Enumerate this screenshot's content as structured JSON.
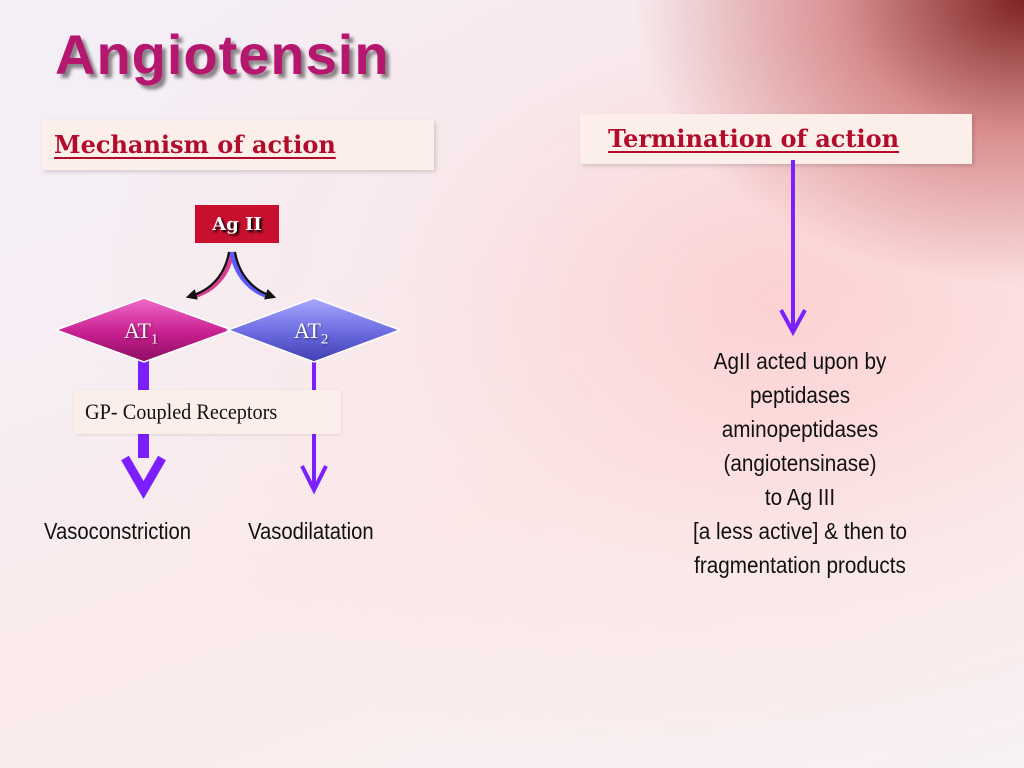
{
  "slide": {
    "title": "Angiotensin",
    "mechanism": {
      "heading": "Mechanism of action",
      "ligand": "Ag II",
      "receptor1": {
        "name": "AT",
        "subscript": "1",
        "color": "#c81e8f"
      },
      "receptor2": {
        "name": "AT",
        "subscript": "2",
        "color": "#6a6ae0"
      },
      "receptor_class": "GP- Coupled Receptors",
      "effect1": "Vasoconstriction",
      "effect2": "Vasodilatation"
    },
    "termination": {
      "heading": "Termination  of action",
      "lines": [
        "AgII acted upon by",
        "peptidases",
        "aminopeptidases",
        "(angiotensinase)",
        "to Ag III",
        "[a less active] & then to",
        "fragmentation products"
      ]
    },
    "colors": {
      "title": "#b5176e",
      "heading": "#b30c2a",
      "ligand_box": "#c8102e",
      "arrow": "#7b1fff"
    }
  }
}
